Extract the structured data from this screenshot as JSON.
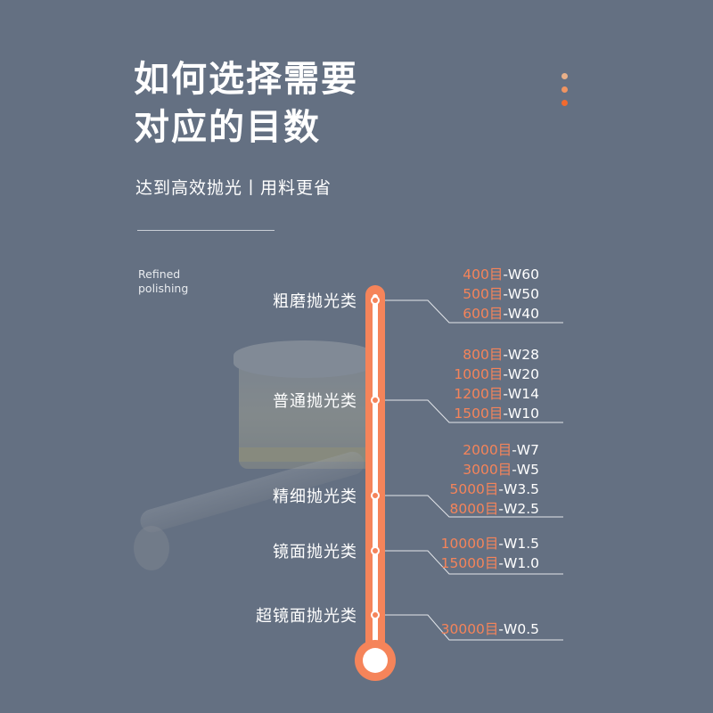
{
  "header": {
    "title_line1": "如何选择需要",
    "title_line2": "对应的目数",
    "subtitle": "达到高效抛光丨用料更省",
    "small_label_line1": "Refined",
    "small_label_line2": "polishing"
  },
  "colors": {
    "background": "#647082",
    "accent": "#f5845a",
    "dot1": "#e8b089",
    "dot2": "#f09461",
    "dot3": "#f26a2e"
  },
  "categories": [
    {
      "name": "粗磨抛光类",
      "grades": [
        {
          "mesh": "400目",
          "w": "-W60"
        },
        {
          "mesh": "500目",
          "w": "-W50"
        },
        {
          "mesh": "600目",
          "w": "-W40"
        }
      ]
    },
    {
      "name": "普通抛光类",
      "grades": [
        {
          "mesh": "800目",
          "w": "-W28"
        },
        {
          "mesh": "1000目",
          "w": "-W20"
        },
        {
          "mesh": "1200目",
          "w": "-W14"
        },
        {
          "mesh": "1500目",
          "w": "-W10"
        }
      ]
    },
    {
      "name": "精细抛光类",
      "grades": [
        {
          "mesh": "2000目",
          "w": "-W7"
        },
        {
          "mesh": "3000目",
          "w": "-W5"
        },
        {
          "mesh": "5000目",
          "w": "-W3.5"
        },
        {
          "mesh": "8000目",
          "w": "-W2.5"
        }
      ]
    },
    {
      "name": "镜面抛光类",
      "grades": [
        {
          "mesh": "10000目",
          "w": "-W1.5"
        },
        {
          "mesh": "15000目",
          "w": "-W1.0"
        }
      ]
    },
    {
      "name": "超镜面抛光类",
      "grades": [
        {
          "mesh": "30000目",
          "w": "-W0.5"
        }
      ]
    }
  ]
}
